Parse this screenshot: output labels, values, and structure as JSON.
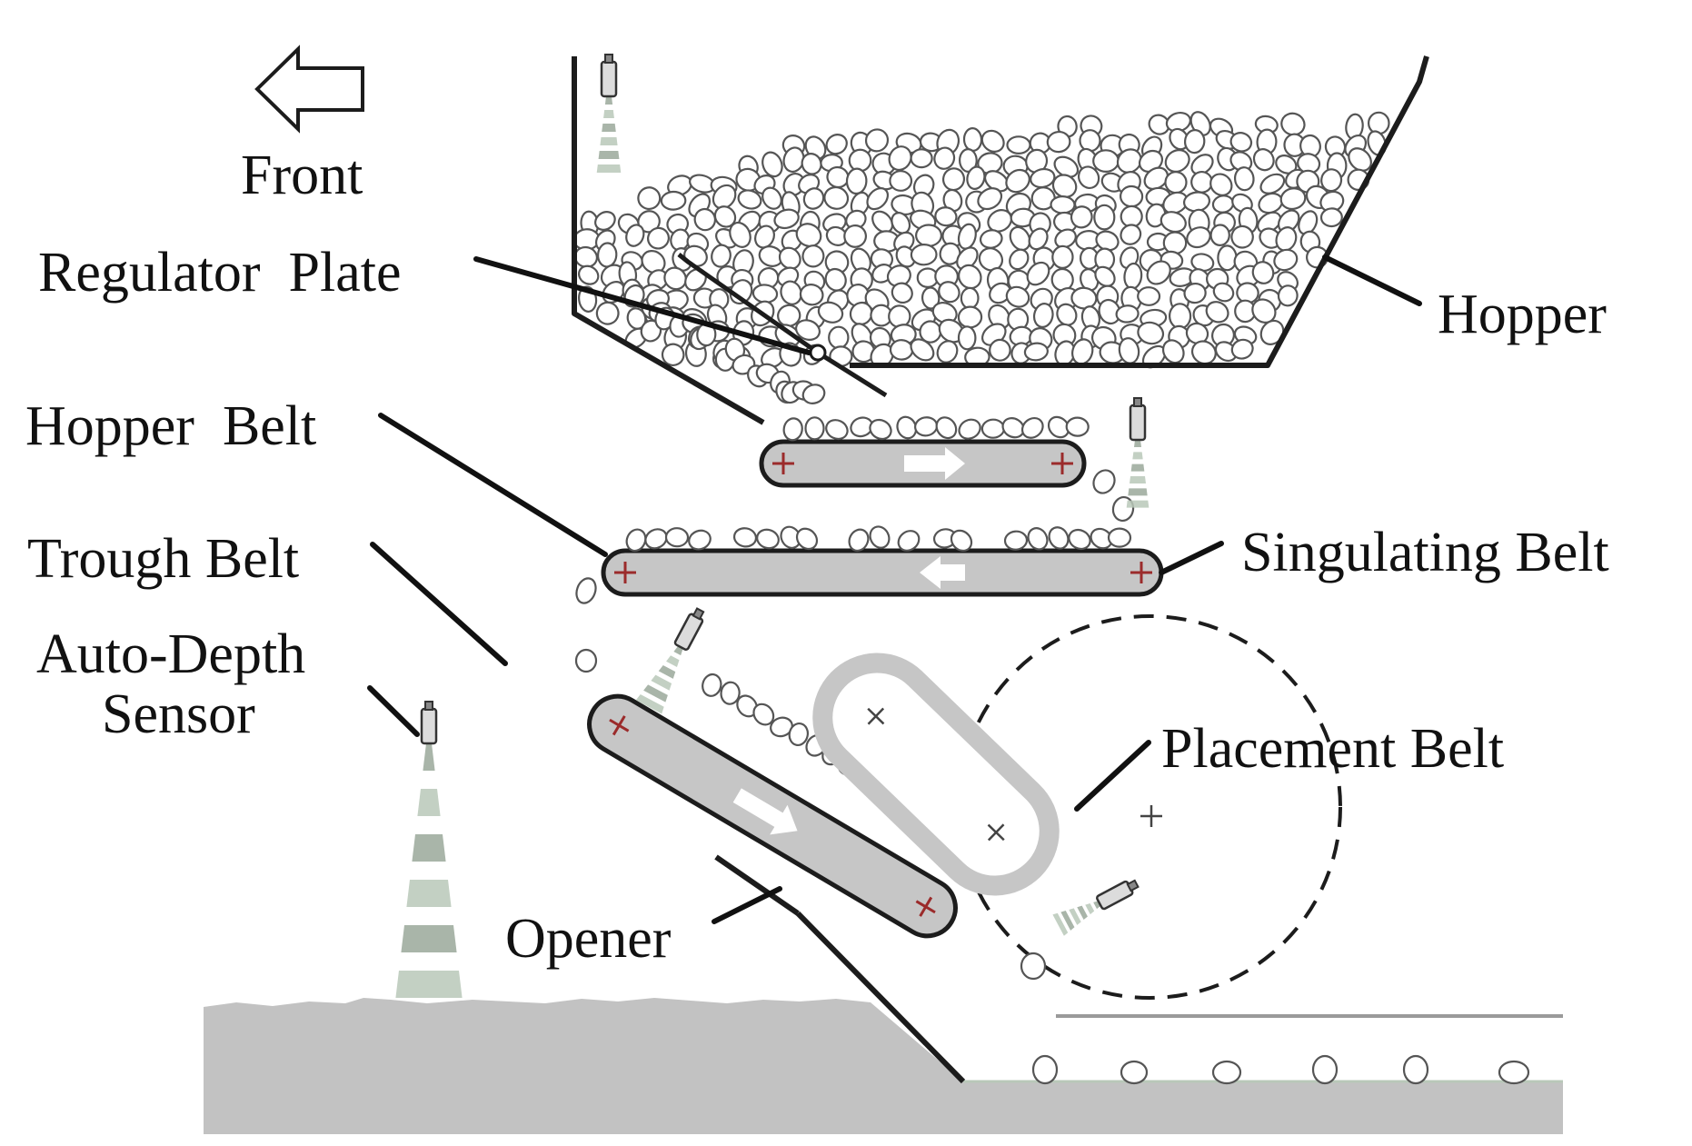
{
  "labels": {
    "front": "Front",
    "regulator_plate": "Regulator  Plate",
    "hopper": "Hopper",
    "hopper_belt": "Hopper  Belt",
    "singulating_belt": "Singulating Belt",
    "trough_belt": "Trough Belt",
    "auto_depth_sensor_line1": "Auto-Depth",
    "auto_depth_sensor_line2": "Sensor",
    "placement_belt": "Placement Belt",
    "opener": "Opener"
  },
  "colors": {
    "belt_fill": "#c6c6c6",
    "soil_fill": "#c2c2c2",
    "roller_mark": "#9b2b2b",
    "seed_outline": "#555555",
    "sensor_beam": "#c9d5c9"
  },
  "icons": {
    "direction": "left-outline-arrow-icon",
    "sensor": "ultrasonic-sensor-icon"
  }
}
